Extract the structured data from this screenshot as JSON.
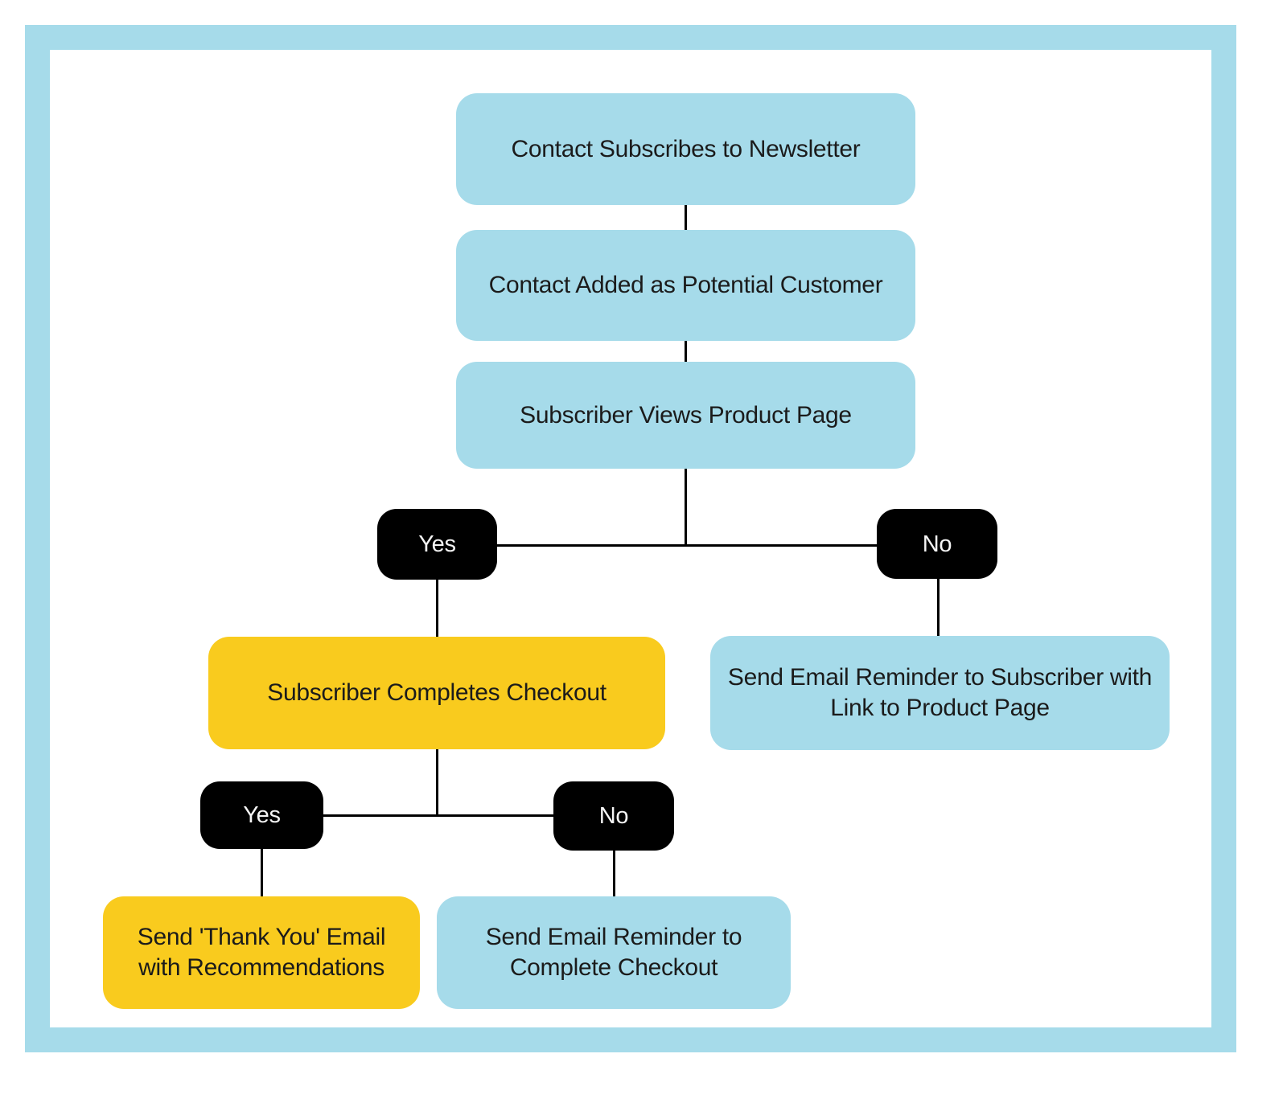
{
  "diagram": {
    "type": "flowchart",
    "palette": {
      "process_blue": "#a6dbea",
      "action_yellow": "#f9cb1e",
      "decision_black": "#000000",
      "frame_border_blue": "#a6dbea",
      "text_dark": "#1b1b1b",
      "text_light": "#f5f5f5",
      "background": "#ffffff",
      "connector_line": "#000000"
    },
    "nodes": {
      "subscribe": {
        "label": "Contact Subscribes to Newsletter"
      },
      "added": {
        "label": "Contact Added as Potential Customer"
      },
      "views": {
        "label": "Subscriber Views Product Page"
      },
      "yes1": {
        "label": "Yes"
      },
      "no1": {
        "label": "No"
      },
      "checkout": {
        "label": "Subscriber Completes Checkout"
      },
      "reminder_product": {
        "label": "Send Email Reminder to Subscriber with Link to Product Page",
        "lines": [
          "Send Email Reminder to Subscriber with",
          "Link to Product Page"
        ]
      },
      "yes2": {
        "label": "Yes"
      },
      "no2": {
        "label": "No"
      },
      "thankyou": {
        "label": "Send 'Thank You' Email with Recommendations",
        "lines": [
          "Send 'Thank You' Email",
          "with Recommendations"
        ]
      },
      "reminder_checkout": {
        "label": "Send Email Reminder to Complete Checkout",
        "lines": [
          "Send Email Reminder to",
          "Complete Checkout"
        ]
      }
    },
    "edges": [
      {
        "from": "subscribe",
        "to": "added"
      },
      {
        "from": "added",
        "to": "views"
      },
      {
        "from": "views",
        "to": "yes1"
      },
      {
        "from": "views",
        "to": "no1"
      },
      {
        "from": "yes1",
        "to": "checkout"
      },
      {
        "from": "no1",
        "to": "reminder_product"
      },
      {
        "from": "checkout",
        "to": "yes2"
      },
      {
        "from": "checkout",
        "to": "no2"
      },
      {
        "from": "yes2",
        "to": "thankyou"
      },
      {
        "from": "no2",
        "to": "reminder_checkout"
      }
    ]
  }
}
